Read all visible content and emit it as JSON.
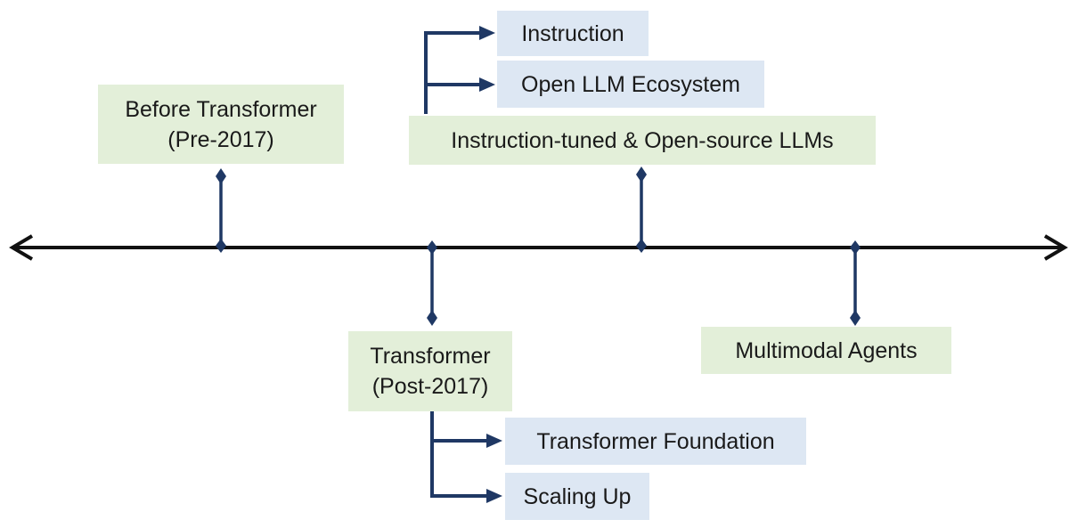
{
  "colors": {
    "axis": "#111111",
    "connector": "#1f3864",
    "era_fill": "#e3efd9",
    "topic_fill": "#dde7f3"
  },
  "eras": [
    {
      "id": "before",
      "line1": "Before Transformer",
      "line2": "(Pre-2017)"
    },
    {
      "id": "transformer",
      "line1": "Transformer",
      "line2": "(Post-2017)"
    },
    {
      "id": "instruction",
      "line1": "Instruction-tuned & Open-source LLMs"
    },
    {
      "id": "multimodal",
      "line1": "Multimodal Agents"
    }
  ],
  "topics": {
    "instruction": [
      "Instruction",
      "Open LLM Ecosystem"
    ],
    "transformer": [
      "Transformer Foundation",
      "Scaling Up"
    ]
  }
}
